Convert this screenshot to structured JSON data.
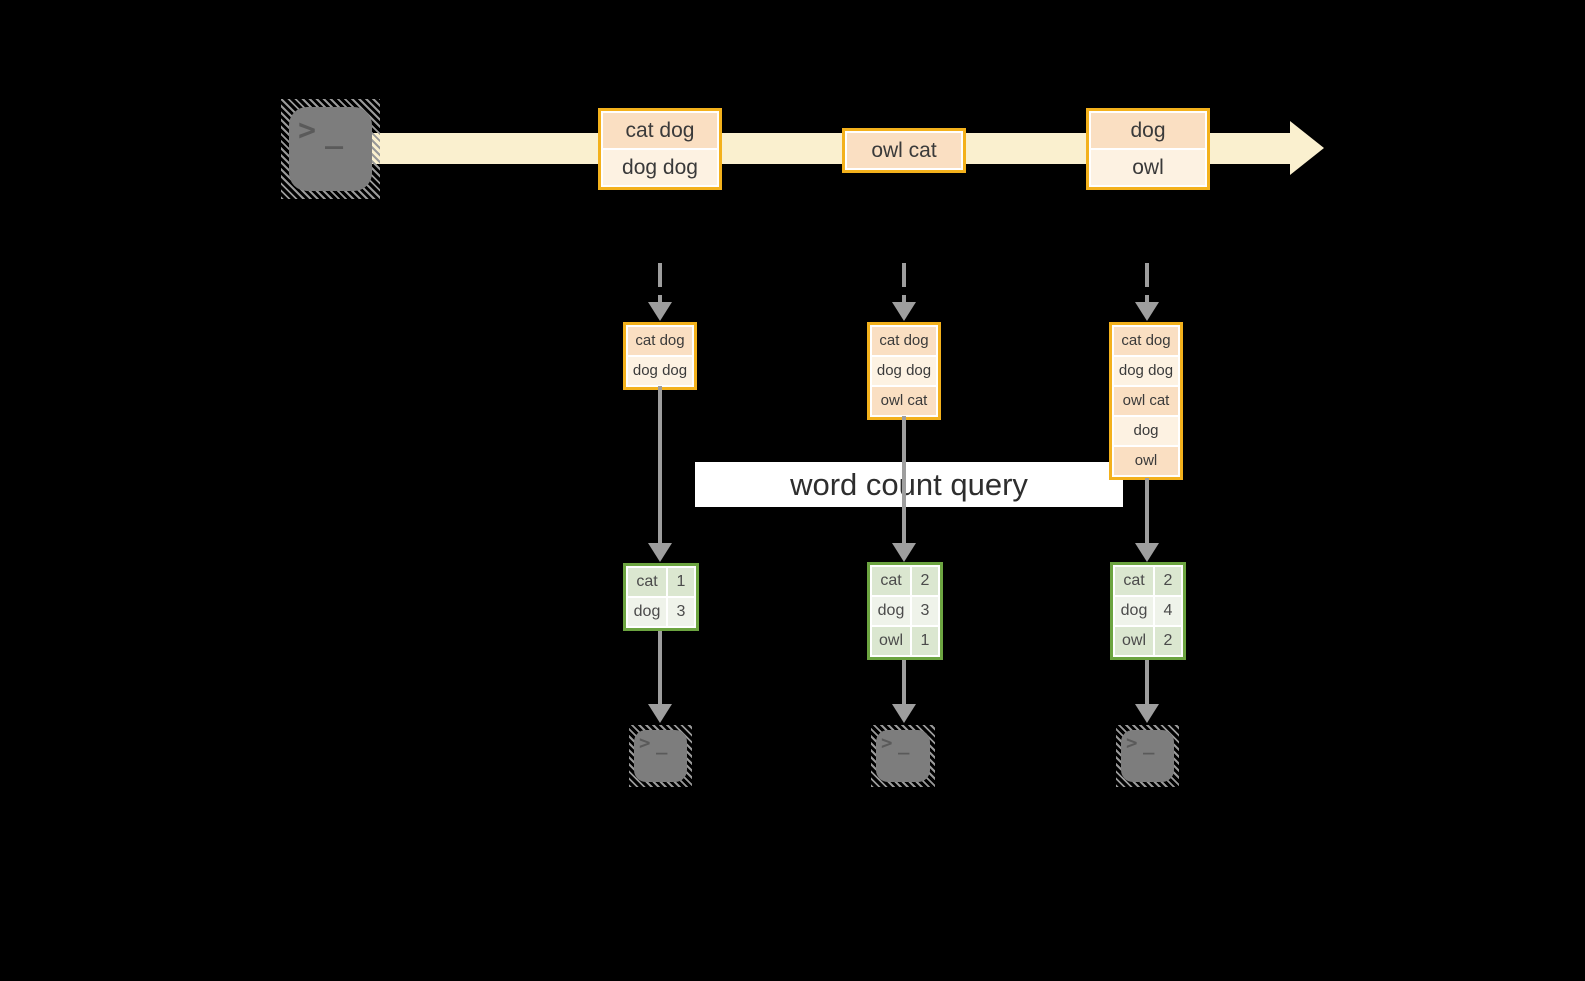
{
  "colors": {
    "background": "#000000",
    "band": "#FAF0CF",
    "orange_border": "#F3B11C",
    "orange_fill_dark": "#FADFC2",
    "orange_fill_light": "#FDF2E2",
    "green_border": "#6CA440",
    "green_fill_dark": "#DBE7D0",
    "green_fill_light": "#EFF3EA",
    "arrow_gray": "#9E9E9E",
    "terminal_gray": "#7D7D7D",
    "banner_bg": "#FFFFFF",
    "text": "#3A3A3A"
  },
  "source": {
    "prompt": ">",
    "cursor": "_"
  },
  "stream": {
    "messages": [
      {
        "rows": [
          "cat dog",
          "dog dog"
        ]
      },
      {
        "rows": [
          "owl cat"
        ]
      },
      {
        "rows": [
          "dog",
          "owl"
        ]
      }
    ]
  },
  "query": {
    "label": "word count query"
  },
  "pipelines": [
    {
      "buffer": [
        "cat dog",
        "dog dog"
      ],
      "counts": [
        {
          "word": "cat",
          "count": "1"
        },
        {
          "word": "dog",
          "count": "3"
        }
      ]
    },
    {
      "buffer": [
        "cat dog",
        "dog dog",
        "owl cat"
      ],
      "counts": [
        {
          "word": "cat",
          "count": "2"
        },
        {
          "word": "dog",
          "count": "3"
        },
        {
          "word": "owl",
          "count": "1"
        }
      ]
    },
    {
      "buffer": [
        "cat dog",
        "dog dog",
        "owl cat",
        "dog",
        "owl"
      ],
      "counts": [
        {
          "word": "cat",
          "count": "2"
        },
        {
          "word": "dog",
          "count": "4"
        },
        {
          "word": "owl",
          "count": "2"
        }
      ]
    }
  ],
  "sinks": [
    {
      "prompt": ">",
      "cursor": "_"
    },
    {
      "prompt": ">",
      "cursor": "_"
    },
    {
      "prompt": ">",
      "cursor": "_"
    }
  ]
}
